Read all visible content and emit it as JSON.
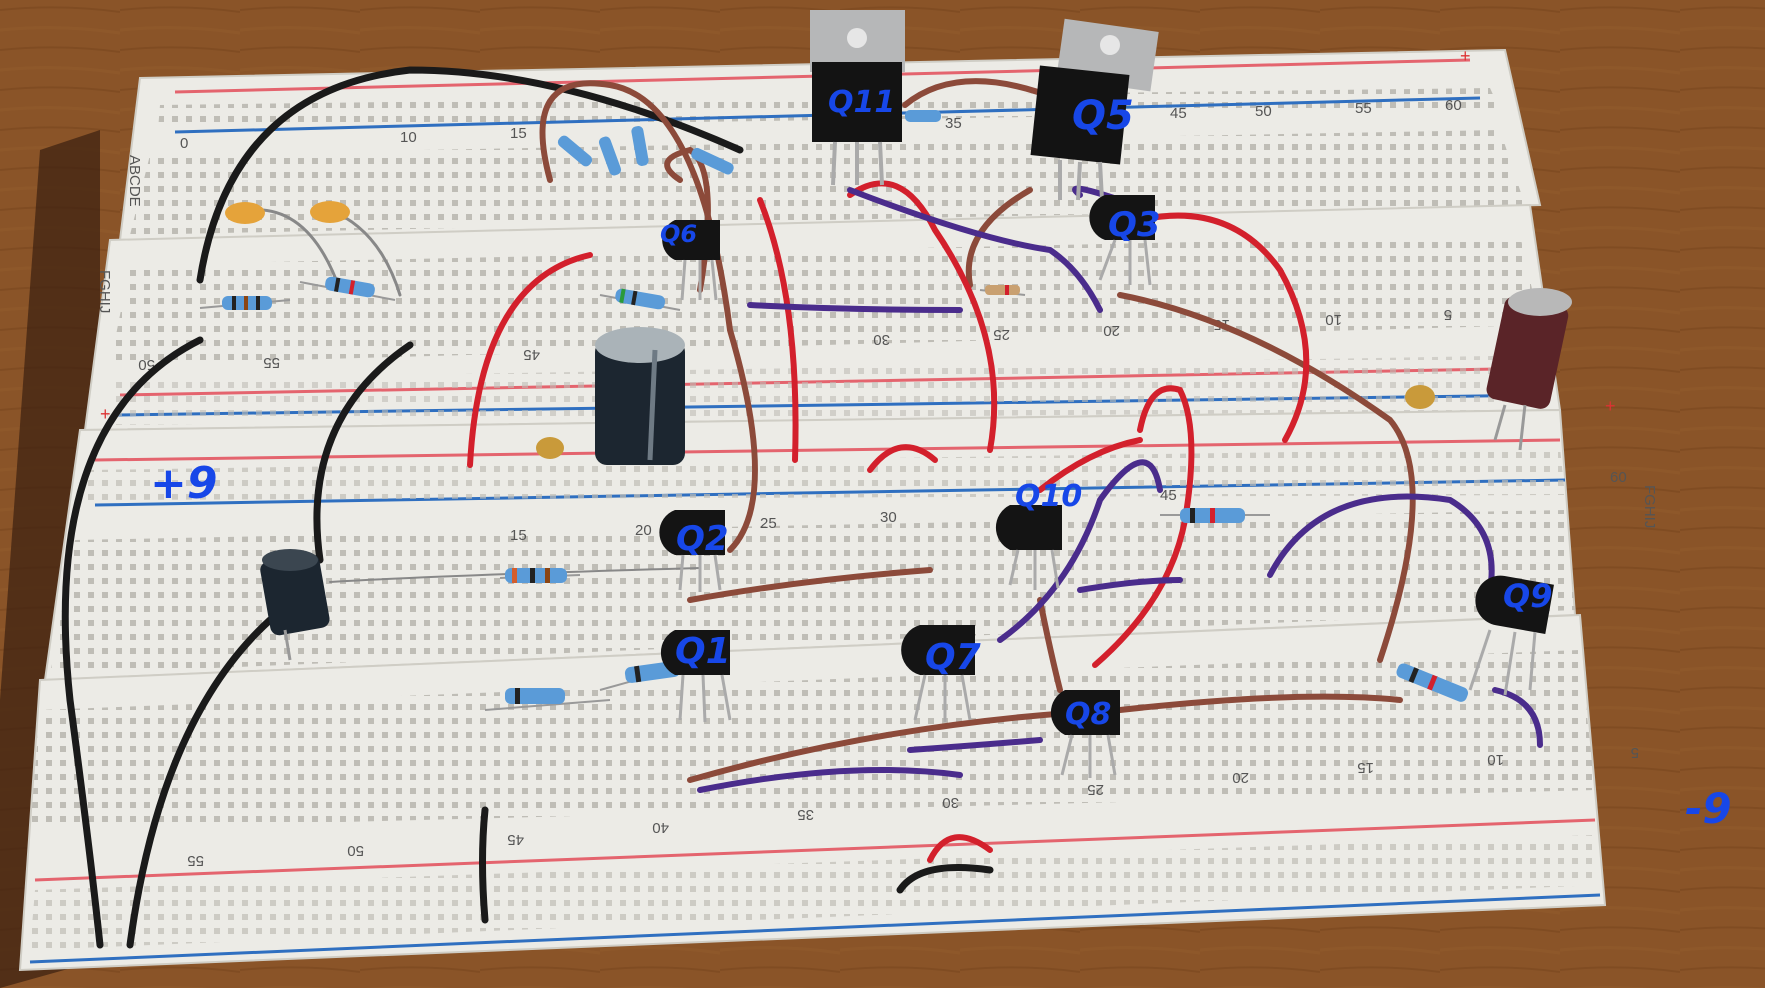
{
  "photo": {
    "subject": "breadboard",
    "colors": {
      "table": "#8a5428",
      "board": "#ecebe6",
      "hole": "#bdbbb4",
      "rail_red": "#e4646e",
      "rail_blue": "#2f6fc0",
      "wire_red": "#d3202c",
      "wire_brown": "#8c4a3a",
      "wire_purple": "#4a2c8c",
      "wire_black": "#1a1a1a",
      "annotation_ink": "#1747e8"
    }
  },
  "annotations": {
    "supply_positive": "+9",
    "supply_negative": "-9",
    "q1": "Q1",
    "q2": "Q2",
    "q3": "Q3",
    "q5": "Q5",
    "q6": "Q6",
    "q7": "Q7",
    "q8": "Q8",
    "q9": "Q9",
    "q10": "Q10",
    "q11": "Q11"
  },
  "board_numbers": {
    "top": [
      "0",
      "10",
      "15",
      "35",
      "45",
      "50",
      "55",
      "60"
    ],
    "upper_mid": [
      "50",
      "55",
      "45",
      "30",
      "25",
      "20",
      "15",
      "10",
      "5"
    ],
    "middle": [
      "15",
      "20",
      "25",
      "30",
      "45",
      "60"
    ],
    "lower": [
      "55",
      "50",
      "45",
      "40",
      "35",
      "30",
      "25",
      "20",
      "15",
      "10",
      "5"
    ],
    "row_letters_a": "ABCDE",
    "row_letters_f": "FGHIJ",
    "row_letters_right": "FGHIJ"
  }
}
